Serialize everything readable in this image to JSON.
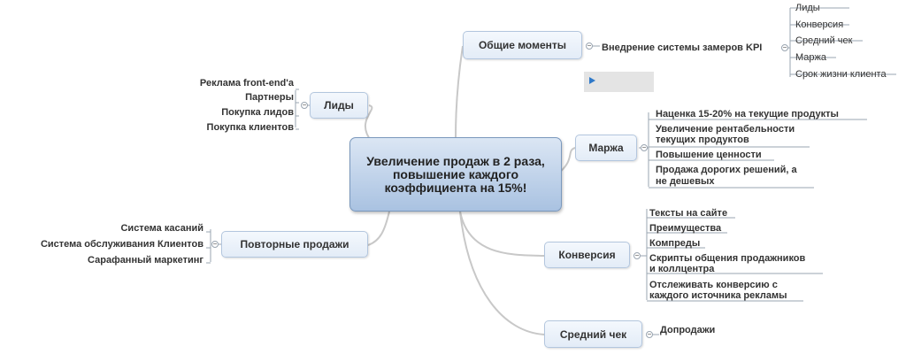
{
  "central": "Увеличение продаж в 2 раза, повышение каждого коэффициента на 15%!",
  "topics": {
    "general": "Общие моменты",
    "leads": "Лиды",
    "margin": "Маржа",
    "repeat": "Повторные продажи",
    "conversion": "Конверсия",
    "avg_check": "Средний чек"
  },
  "general_sub": "Внедрение системы замеров KPI",
  "kpi_items": [
    "Лиды",
    "Конверсия",
    "Средний чек",
    "Маржа",
    "Срок жизни клиента"
  ],
  "leads_items": [
    "Реклама front-end'a",
    "Партнеры",
    "Покупка лидов",
    "Покупка клиентов"
  ],
  "margin_items": [
    "Наценка 15-20% на текущие продукты",
    "Увеличение рентабельности",
    "текущих продуктов",
    "Повышение ценности",
    "Продажа дорогих решений, а",
    "не дешевых"
  ],
  "repeat_items": [
    "Система касаний",
    "Система обслуживания Клиентов",
    "Сарафанный маркетинг"
  ],
  "conversion_items": [
    "Тексты на сайте",
    "Преимущества",
    "Компреды",
    "Скрипты общения продажников",
    "и коллцентра",
    "Отслеживать конверсию с",
    "каждого источника рекламы"
  ],
  "avg_check_items": [
    "Допродажи"
  ],
  "toggle_symbol": "−",
  "colors": {
    "central_fill": "#a9c2e1",
    "topic_fill": "#e3ecf7",
    "connector": "#c8c8c8",
    "icon_accent": "#2f79c9"
  }
}
